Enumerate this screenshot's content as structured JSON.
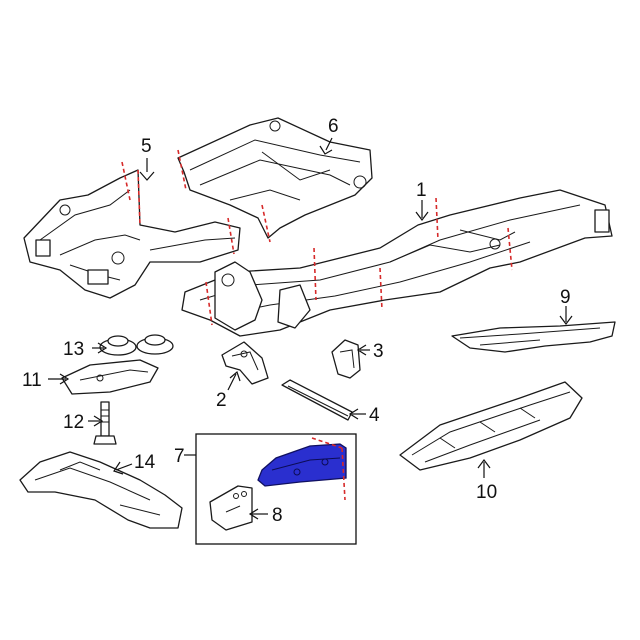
{
  "callouts": {
    "c1": "1",
    "c2": "2",
    "c3": "3",
    "c4": "4",
    "c5": "5",
    "c6": "6",
    "c7": "7",
    "c8": "8",
    "c9": "9",
    "c10": "10",
    "c11": "11",
    "c12": "12",
    "c13": "13",
    "c14": "14"
  },
  "colors": {
    "highlight": "#2a2fcf",
    "cut_line": "#d62a2a",
    "line_art": "#1a1a1a"
  }
}
